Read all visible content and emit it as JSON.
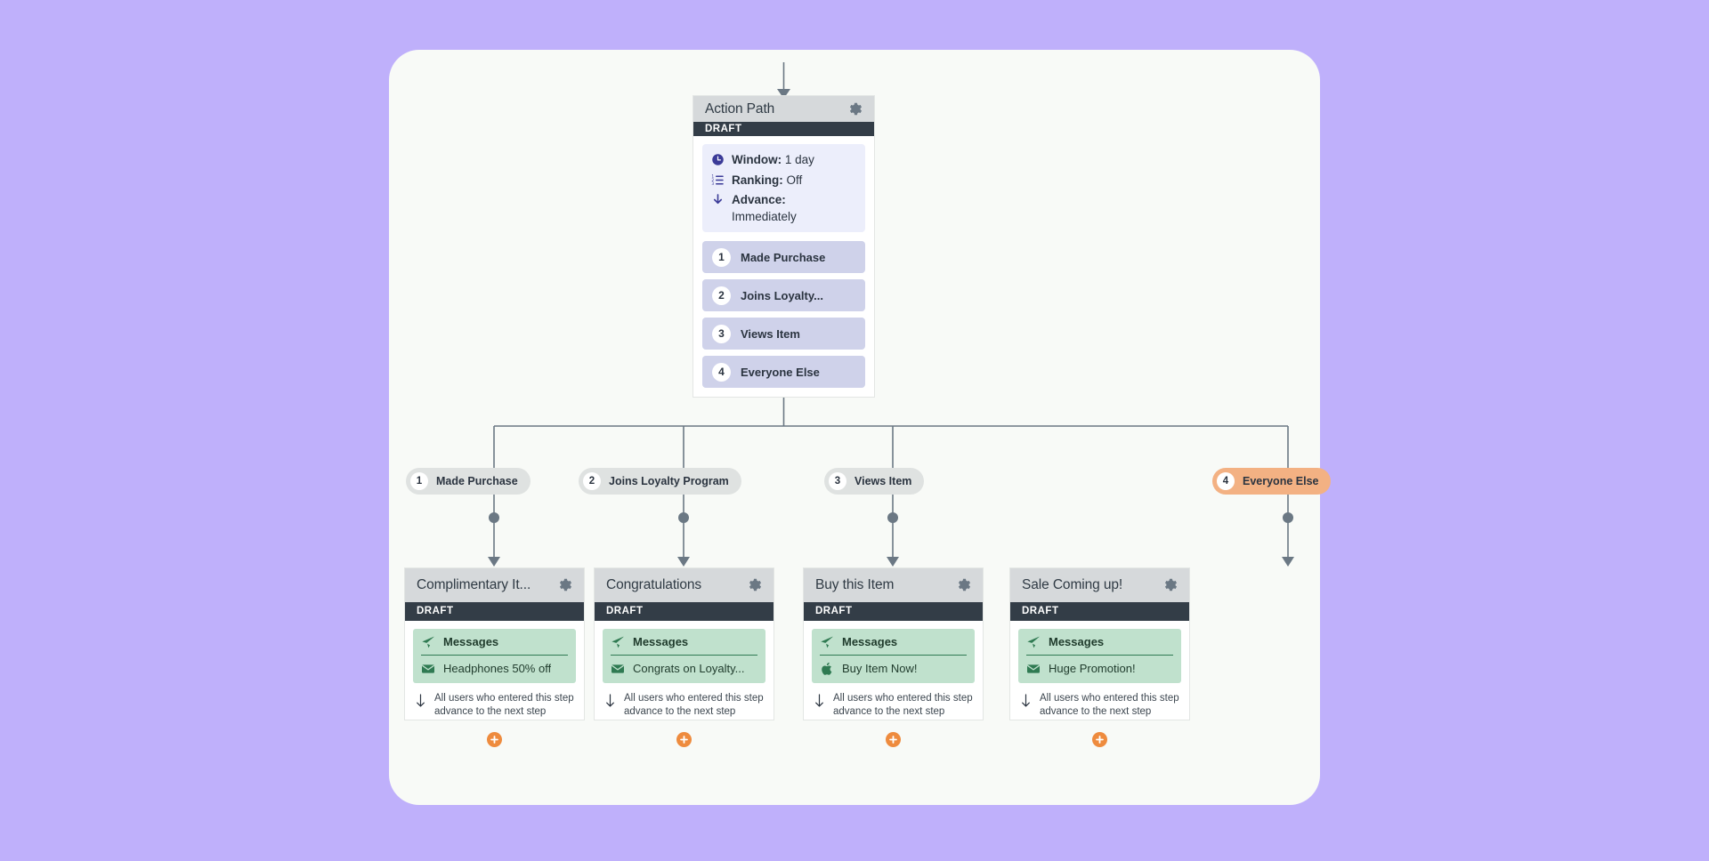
{
  "theme": {
    "page_background": "#bfb0fb",
    "panel_background": "#f8faf7",
    "card_header": "#d6d9db",
    "draft_bar": "#333d47",
    "meta_box": "#eceefb",
    "step_row": "#cfd2ea",
    "pill": "#dfe2e1",
    "pill_accent": "#f3b183",
    "message_box": "#c0e1cd",
    "message_text": "#1f3b2c",
    "accent_orange": "#ee8b3e",
    "icon_indigo": "#3b3b98",
    "connector": "#6b7884"
  },
  "action_path": {
    "title": "Action Path",
    "status": "DRAFT",
    "gear_icon": "gear-icon",
    "meta": [
      {
        "icon": "clock-icon",
        "label": "Window:",
        "value": "1 day"
      },
      {
        "icon": "ranking-list-icon",
        "label": "Ranking:",
        "value": "Off"
      },
      {
        "icon": "down-arrow-icon",
        "label": "Advance:",
        "value": "Immediately"
      }
    ],
    "steps": [
      {
        "num": "1",
        "label": "Made Purchase"
      },
      {
        "num": "2",
        "label": "Joins Loyalty..."
      },
      {
        "num": "3",
        "label": "Views Item"
      },
      {
        "num": "4",
        "label": "Everyone Else"
      }
    ]
  },
  "branches": [
    {
      "pill": {
        "num": "1",
        "label": "Made Purchase",
        "accent": false
      },
      "card": {
        "title": "Complimentary It...",
        "status": "DRAFT",
        "gear_icon": "gear-icon",
        "messages_label": "Messages",
        "messages_icon": "paper-plane-icon",
        "item_icon": "envelope-icon",
        "item_label": "Headphones 50% off",
        "footer_icon": "down-arrow-icon",
        "footer_text": "All users who entered this step advance to the next step",
        "add_icon": "plus-icon"
      }
    },
    {
      "pill": {
        "num": "2",
        "label": "Joins Loyalty Program",
        "accent": false
      },
      "card": {
        "title": "Congratulations",
        "status": "DRAFT",
        "gear_icon": "gear-icon",
        "messages_label": "Messages",
        "messages_icon": "paper-plane-icon",
        "item_icon": "envelope-icon",
        "item_label": "Congrats on Loyalty...",
        "footer_icon": "down-arrow-icon",
        "footer_text": "All users who entered this step advance to the next step",
        "add_icon": "plus-icon"
      }
    },
    {
      "pill": {
        "num": "3",
        "label": "Views Item",
        "accent": false
      },
      "card": {
        "title": "Buy this Item",
        "status": "DRAFT",
        "gear_icon": "gear-icon",
        "messages_label": "Messages",
        "messages_icon": "paper-plane-icon",
        "item_icon": "apple-icon",
        "item_label": "Buy Item Now!",
        "footer_icon": "down-arrow-icon",
        "footer_text": "All users who entered this step advance to the next step",
        "add_icon": "plus-icon"
      }
    },
    {
      "pill": {
        "num": "4",
        "label": "Everyone Else",
        "accent": true
      },
      "card": {
        "title": "Sale Coming up!",
        "status": "DRAFT",
        "gear_icon": "gear-icon",
        "messages_label": "Messages",
        "messages_icon": "paper-plane-icon",
        "item_icon": "envelope-icon",
        "item_label": "Huge Promotion!",
        "footer_icon": "down-arrow-icon",
        "footer_text": "All users who entered this step advance to the next step",
        "add_icon": "plus-icon"
      }
    }
  ]
}
